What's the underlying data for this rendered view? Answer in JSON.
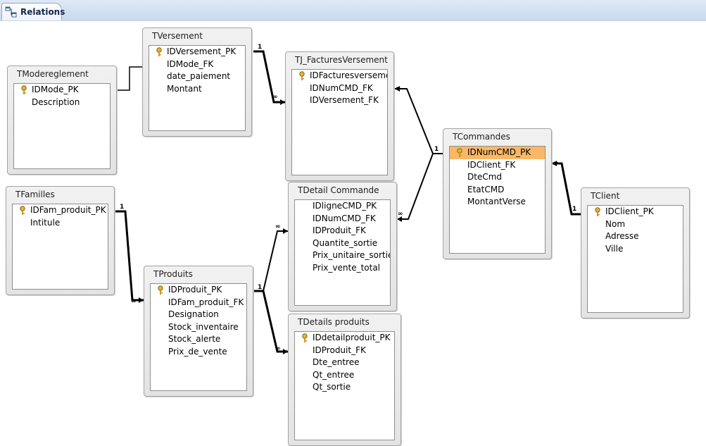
{
  "tab": {
    "label": "Relations"
  },
  "tables": {
    "tmodereglement": {
      "title": "TModereglement",
      "fields": [
        "IDMode_PK",
        "Description"
      ]
    },
    "tversement": {
      "title": "TVersement",
      "fields": [
        "IDVersement_PK",
        "IDMode_FK",
        "date_paiement",
        "Montant"
      ]
    },
    "tj_facturesversement": {
      "title": "TJ_FacturesVersement",
      "fields": [
        "IDFacturesversement_PK",
        "IDNumCMD_FK",
        "IDVersement_FK"
      ]
    },
    "tcommandes": {
      "title": "TCommandes",
      "fields": [
        "IDNumCMD_PK",
        "IDClient_FK",
        "DteCmd",
        "EtatCMD",
        "MontantVerse"
      ]
    },
    "tclient": {
      "title": "TClient",
      "fields": [
        "IDClient_PK",
        "Nom",
        "Adresse",
        "Ville"
      ]
    },
    "tfamilles": {
      "title": "TFamilles",
      "fields": [
        "IDFam_produit_PK",
        "Intitule"
      ]
    },
    "tdetail_commande": {
      "title": "TDetail Commande",
      "fields": [
        "IDligneCMD_PK",
        "IDNumCMD_FK",
        "IDProduit_FK",
        "Quantite_sortie",
        "Prix_unitaire_sortie",
        "Prix_vente_total"
      ]
    },
    "tproduits": {
      "title": "TProduits",
      "fields": [
        "IDProduit_PK",
        "IDFam_produit_FK",
        "Designation",
        "Stock_inventaire",
        "Stock_alerte",
        "Prix_de_vente"
      ]
    },
    "tdetails_produits": {
      "title": "TDetails produits",
      "fields": [
        "IDdetailproduit_PK",
        "IDProduit_FK",
        "Dte_entree",
        "Qt_entree",
        "Qt_sortie"
      ]
    }
  },
  "relationship_labels": {
    "one": "1",
    "many": "∞"
  },
  "selected_field": "tcommandes.IDNumCMD_PK",
  "colors": {
    "selection": "#f8b868",
    "tab_bar": "#c8d8ec"
  }
}
